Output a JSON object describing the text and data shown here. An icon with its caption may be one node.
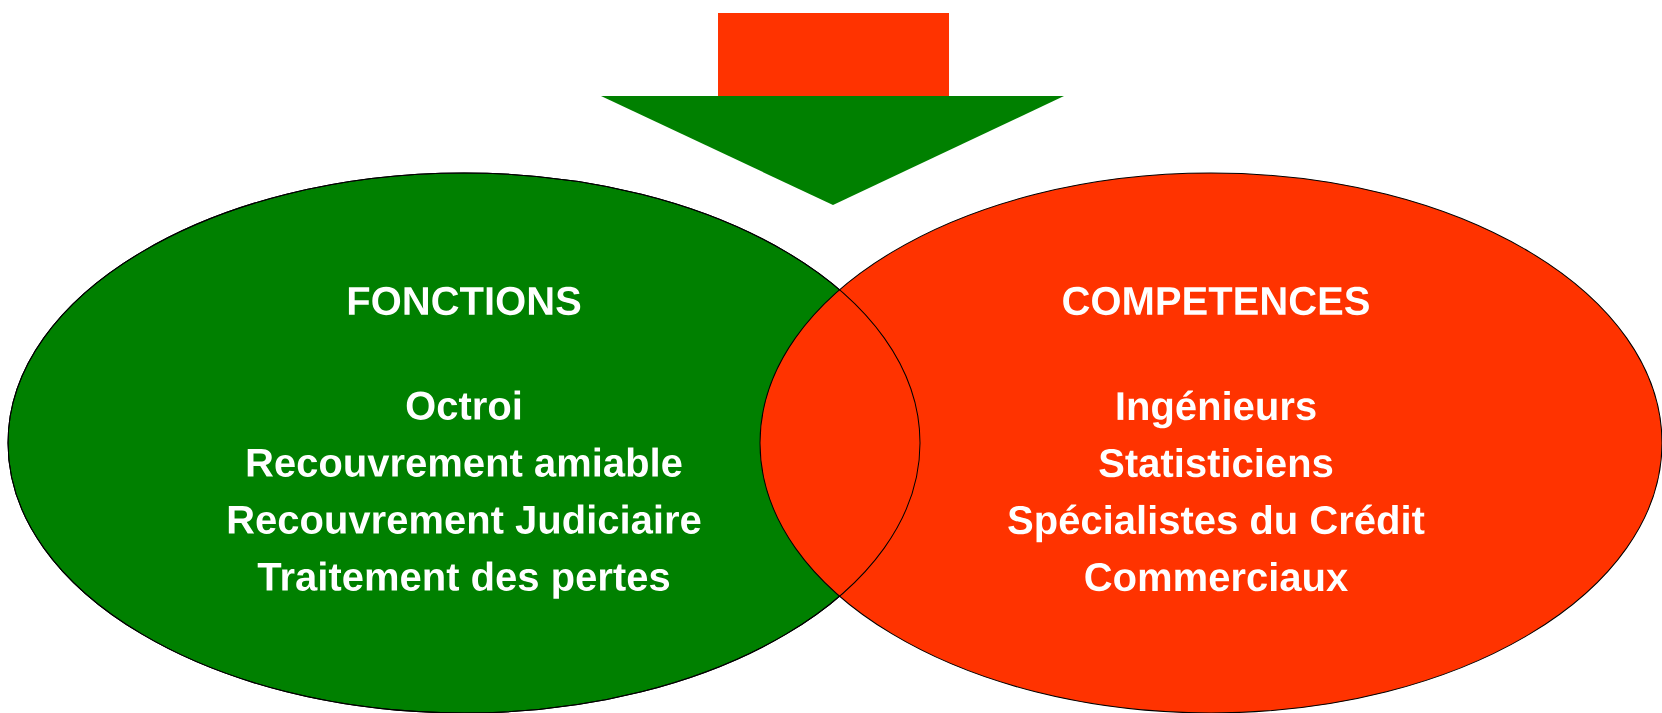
{
  "diagram": {
    "nodes": [
      {
        "text": [
          "FONCTIONS",
          "Octroi",
          "Recouvrement amiable",
          "Recouvrement Judiciaire",
          "Traitement des pertes"
        ]
      },
      {
        "text": [
          "COMPETENCES",
          "Ingénieurs",
          "Statisticiens",
          "Spécialistes du Crédit",
          "Commerciaux"
        ]
      }
    ],
    "edges": []
  }
}
